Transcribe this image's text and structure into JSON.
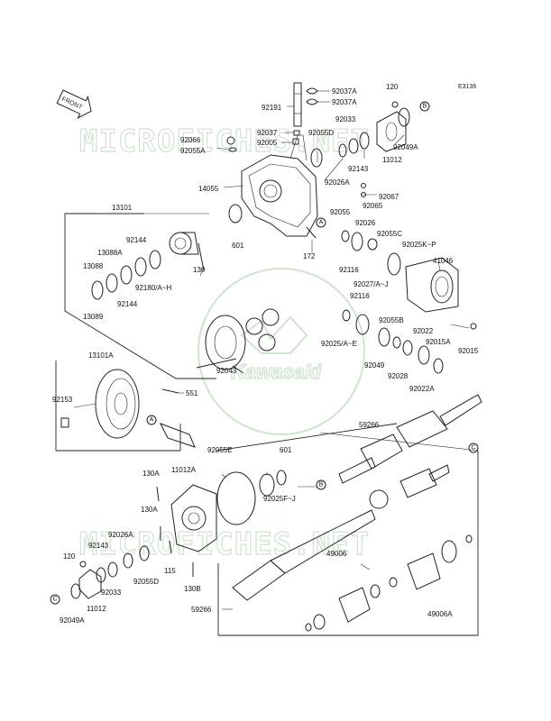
{
  "diagram_code": "E3136",
  "front_label": "FRONT",
  "watermark": {
    "top": "MICROFICHES.NET",
    "bottom": "MICROFICHES.NET",
    "logo": "Kawasaki",
    "color": "#bfe0bf"
  },
  "callouts": {
    "A": "A",
    "B": "B",
    "C": "C"
  },
  "labels": {
    "p92037A_1": "92037A",
    "p92037A_2": "92037A",
    "p120_top": "120",
    "p92191": "92191",
    "p92033_top": "92033",
    "p92037": "92037",
    "p92005": "92005",
    "p92055D_top": "92055D",
    "p92049A_top": "92049A",
    "p92066": "92066",
    "p92055A": "92055A",
    "p92143_top": "92143",
    "p11012_top": "11012",
    "p14055": "14055",
    "p92026A_top": "92026A",
    "p92067": "92067",
    "p92065": "92065",
    "p13101": "13101",
    "p92055": "92055",
    "p92026": "92026",
    "p92055C": "92055C",
    "p92025KP": "92025K~P",
    "p92144_a": "92144",
    "p13088A": "13088A",
    "p13088": "13088",
    "p601_top": "601",
    "p130": "130",
    "p172": "172",
    "p92116_a": "92116",
    "p41046": "41046",
    "p92180AH": "92180/A~H",
    "p92144_b": "92144",
    "p13089": "13089",
    "p92027AJ": "92027/A~J",
    "p92116_b": "92116",
    "p92055B": "92055B",
    "p92025AE": "92025/A~E",
    "p92022": "92022",
    "p92015A": "92015A",
    "p92015": "92015",
    "p13101A": "13101A",
    "p92043": "92043",
    "p92049": "92049",
    "p92028": "92028",
    "p92022A": "92022A",
    "p92153": "92153",
    "p551": "551",
    "p59266_top": "59266",
    "p92055E": "92055E",
    "p601_bot": "601",
    "p130A_1": "130A",
    "p11012A": "11012A",
    "p92025FJ": "92025F~J",
    "p130A_2": "130A",
    "p92026A_bot": "92026A",
    "p92143_bot": "92143",
    "p120_bot": "120",
    "p115": "115",
    "p49006": "49006",
    "p92033_bot": "92033",
    "p92055D_bot": "92055D",
    "p130B": "130B",
    "p11012_bot": "11012",
    "p59266_bot": "59266",
    "p49006A": "49006A",
    "p92049A_bot": "92049A"
  }
}
